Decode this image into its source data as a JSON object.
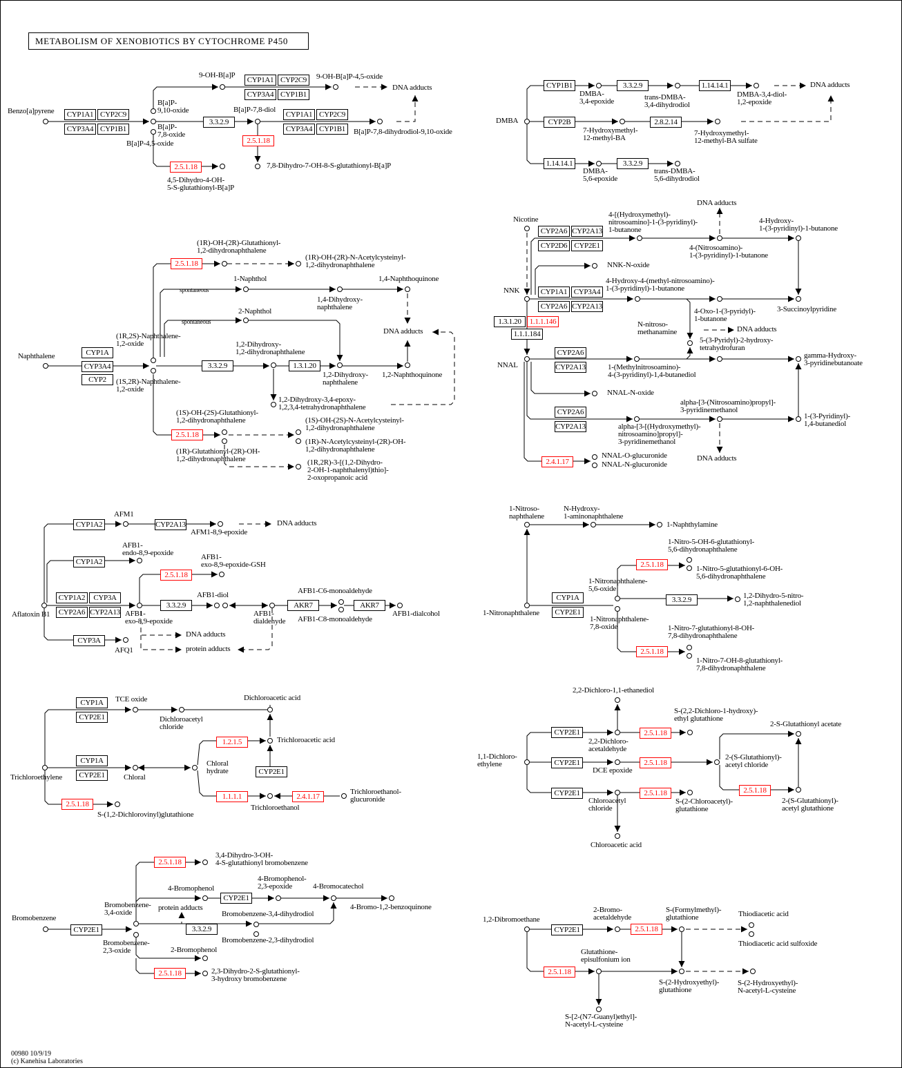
{
  "title": "METABOLISM OF XENOBIOTICS BY CYTOCHROME P450",
  "footer": "00980 10/9/19\n(c) Kanehisa Laboratories",
  "highlight_color": "#ff0000",
  "enzymes": [
    "CYP1A1",
    "CYP2C9",
    "CYP3A4",
    "CYP1B1",
    "3.3.2.9",
    "CYP1A1",
    "CYP2C9",
    "CYP3A4",
    "CYP1B1",
    "CYP1A1",
    "CYP2C9",
    "CYP3A4",
    "CYP1B1",
    "2.5.1.18",
    "2.5.1.18",
    "CYP1B1",
    "3.3.2.9",
    "1.14.14.1",
    "CYP2B",
    "2.8.2.14",
    "1.14.14.1",
    "3.3.2.9",
    "2.5.1.18",
    "CYP1A",
    "CYP3A4",
    "CYP2",
    "3.3.2.9",
    "1.3.1.20",
    "2.5.1.18",
    "CYP2A6",
    "CYP2A13",
    "CYP2D6",
    "CYP2E1",
    "CYP1A1",
    "CYP3A4",
    "CYP2A6",
    "CYP2A13",
    "1.3.1.20",
    "1.1.1.146",
    "1.1.1.184",
    "CYP2A6",
    "CYP2A13",
    "CYP2A6",
    "CYP2A13",
    "2.4.1.17",
    "CYP1A2",
    "CYP2A13",
    "CYP1A2",
    "2.5.1.18",
    "CYP1A2",
    "CYP3A",
    "CYP2A6",
    "CYP2A13",
    "3.3.2.9",
    "AKR7",
    "AKR7",
    "CYP3A",
    "2.5.1.18",
    "CYP1A",
    "CYP2E1",
    "3.3.2.9",
    "2.5.1.18",
    "CYP1A",
    "CYP2E1",
    "CYP1A",
    "CYP2E1",
    "1.2.1.5",
    "CYP2E1",
    "1.1.1.1",
    "2.4.1.17",
    "2.5.1.18",
    "CYP2E1",
    "CYP2E1",
    "CYP2E1",
    "2.5.1.18",
    "2.5.1.18",
    "2.5.1.18",
    "2.5.1.18",
    "2.5.1.18",
    "CYP2E1",
    "3.3.2.9",
    "CYP2E1",
    "2.5.1.18",
    "CYP2E1",
    "2.5.1.18",
    "2.5.1.18"
  ],
  "labels": [
    "Benzo[a]pyrene",
    "9-OH-B[a]P",
    "9-OH-B[a]P-4,5-oxide",
    "DNA adducts",
    "B[a]P-\n9,10-oxide",
    "B[a]P-7,8-diol",
    "B[a]P-\n7,8-oxide",
    "B[a]P-4,5-oxide",
    "B[a]P-7,8-dihydrodiol-9,10-oxide",
    "7,8-Dihydro-7-OH-8-S-glutathionyl-B[a]P",
    "4,5-Dihydro-4-OH-\n5-S-glutathionyl-B[a]P",
    "DMBA",
    "DMBA-\n3,4-epoxide",
    "trans-DMBA-\n3,4-dihydrodiol",
    "DMBA-3,4-diol-\n1,2-epoxide",
    "DNA adducts",
    "7-Hydroxymethyl-\n12-methyl-BA",
    "7-Hydroxymethyl-\n12-methyl-BA sulfate",
    "DMBA-\n5,6-epoxide",
    "trans-DMBA-\n5,6-dihydrodiol",
    "(1R)-OH-(2R)-Glutathionyl-\n1,2-dihydronaphthalene",
    "(1R)-OH-(2R)-N-Acetylcysteinyl-\n1,2-dihydronaphthalene",
    "1-Naphthol",
    "1,4-Naphthoquinone",
    "spontaneous",
    "1,4-Dihydroxy-\nnaphthalene",
    "2-Naphthol",
    "spontaneous",
    "DNA adducts",
    "(1R,2S)-Naphthalene-\n1,2-oxide",
    "1,2-Dihydroxy-\n1,2-dihydronaphthalene",
    "Naphthalene",
    "1,2-Dihydroxy-\nnaphthalene",
    "1,2-Naphthoquinone",
    "(1S,2R)-Naphthalene-\n1,2-oxide",
    "1,2-Dihydroxy-3,4-epoxy-\n1,2,3,4-tetrahydronaphthalene",
    "(1S)-OH-(2S)-Glutathionyl-\n1,2-dihydronaphthalene",
    "(1S)-OH-(2S)-N-Acetylcysteinyl-\n1,2-dihydronaphthalene",
    "(1R)-N-Acetylcysteinyl-(2R)-OH-\n1,2-dihydronaphthalene",
    "(1R)-Glutathionyl-(2R)-OH-\n1,2-dihydronaphthalene",
    "(1R,2R)-3-[(1,2-Dihydro-\n2-OH-1-naphthalenyl)thio]-\n2-oxopropanoic acid",
    "Nicotine",
    "4-[(Hydroxymethyl)-\nnitrosoamino]-1-(3-pyridinyl)-\n1-butanone",
    "DNA adducts",
    "4-Hydroxy-\n1-(3-pyridinyl)-1-butanone",
    "4-(Nitrosoamino)-\n1-(3-pyridinyl)-1-butanone",
    "NNK-N-oxide",
    "4-Hydroxy-4-(methyl-nitrosoamino)-\n1-(3-pyridinyl)-1-butanone",
    "NNK",
    "3-Succinoylpyridine",
    "4-Oxo-1-(3-pyridyl)-\n1-butanone",
    "N-nitroso-\nmethanamine",
    "DNA adducts",
    "5-(3-Pyridyl)-2-hydroxy-\ntetrahydrofuran",
    "gamma-Hydroxy-\n3-pyridinebutanoate",
    "NNAL",
    "1-(Methylnitrosoamino)-\n4-(3-pyridinyl)-1,4-butanediol",
    "NNAL-N-oxide",
    "alpha-[3-(Nitrosoamino)propyl]-\n3-pyridinemethanol",
    "1-(3-Pyridinyl)-\n1,4-butanediol",
    "alpha-[3-[(Hydroxymethyl)-\nnitrosoamino]propyl]-\n3-pyridinemethanol",
    "DNA adducts",
    "NNAL-O-glucuronide",
    "NNAL-N-glucuronide",
    "AFM1",
    "AFM1-8,9-epoxide",
    "DNA adducts",
    "AFB1-\nendo-8,9-epoxide",
    "AFB1-\nexo-8,9-epoxide-GSH",
    "AFB1-diol",
    "AFB1-C6-monoaldehyde",
    "Aflatoxin B1",
    "AFB1-\nexo-8,9-epoxide",
    "AFB1-\ndialdehyde",
    "AFB1-C8-monoaldehyde",
    "AFB1-dialcohol",
    "DNA adducts",
    "protein adducts",
    "AFQ1",
    "1-Nitroso-\nnaphthalene",
    "N-Hydroxy-\n1-aminonaphthalene",
    "1-Naphthylamine",
    "1-Nitro-5-OH-6-glutathionyl-\n5,6-dihydronaphthalene",
    "1-Nitro-5-glutathionyl-6-OH-\n5,6-dihydronaphthalene",
    "1-Nitronaphthalene-\n5,6-oxide",
    "1,2-Dihydro-5-nitro-\n1,2-naphthalenediol",
    "1-Nitronaphthalene",
    "1-Nitronaphthalene-\n7,8-oxide",
    "1-Nitro-7-glutathionyl-8-OH-\n7,8-dihydronaphthalene",
    "1-Nitro-7-OH-8-glutathionyl-\n7,8-dihydronaphthalene",
    "TCE oxide",
    "Dichloroacetic acid",
    "Dichloroacetyl\nchloride",
    "Trichloroacetic acid",
    "Chloral\nhydrate",
    "Trichloroethylene",
    "Chloral",
    "Trichloroethanol-\nglucuronide",
    "Trichloroethanol",
    "S-(1,2-Dichlorovinyl)glutathione",
    "2,2-Dichloro-1,1-ethanediol",
    "S-(2,2-Dichloro-1-hydroxy)-\nethyl glutathione",
    "2-S-Glutathionyl acetate",
    "2,2-Dichloro-\nacetaldehyde",
    "1,1-Dichloro-\nethylene",
    "2-(S-Glutathionyl)-\nacetyl chloride",
    "DCE epoxide",
    "S-(2-Chloroacetyl)-\nglutathione",
    "Chloroacetyl\nchloride",
    "2-(S-Glutathionyl)-\nacetyl glutathione",
    "Chloroacetic acid",
    "3,4-Dihydro-3-OH-\n4-S-glutathionyl bromobenzene",
    "4-Bromophenol",
    "4-Bromophenol-\n2,3-epoxide",
    "4-Bromocatechol",
    "Bromobenzene-\n3,4-oxide",
    "protein adducts",
    "4-Bromo-1,2-benzoquinone",
    "Bromobenzene-3,4-dihydrodiol",
    "Bromobenzene",
    "Bromobenzene-2,3-dihydrodiol",
    "Bromobenzene-\n2,3-oxide",
    "2-Bromophenol",
    "2,3-Dihydro-2-S-glutathionyl-\n3-hydroxy bromobenzene",
    "1,2-Dibromoethane",
    "2-Bromo-\nacetaldehyde",
    "S-(Formylmethyl)-\nglutathione",
    "Thiodiacetic acid",
    "Thiodiacetic acid sulfoxide",
    "Glutathione-\nepisulfonium ion",
    "S-(2-Hydroxyethyl)-\nglutathione",
    "S-(2-Hydroxyethyl)-\nN-acetyl-L-cysteine",
    "S-[2-(N7-Guanyl)ethyl]-\nN-acetyl-L-cysteine"
  ]
}
